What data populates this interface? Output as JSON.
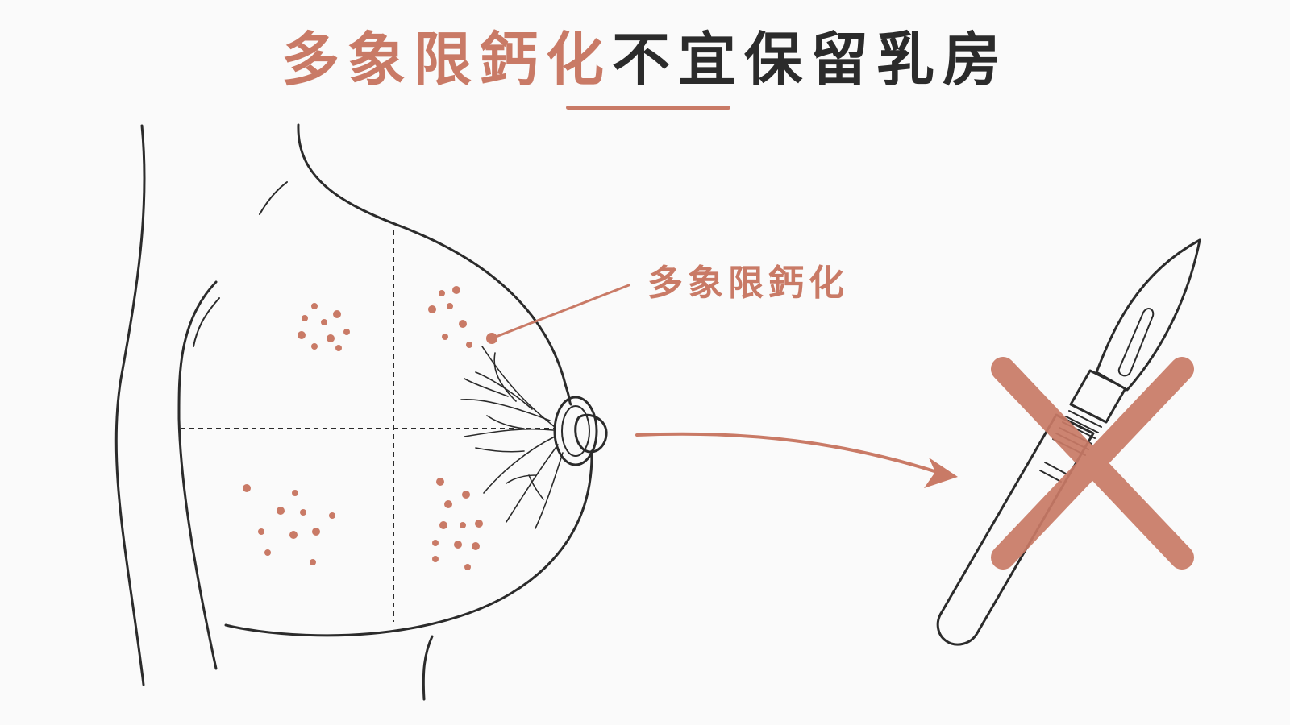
{
  "title": {
    "accent_text": "多象限鈣化",
    "rest_text": "不宜保留乳房"
  },
  "callout": {
    "label": "多象限鈣化"
  },
  "icons": {
    "breast": "breast-outline-icon",
    "scalpel": "scalpel-icon",
    "cross": "cross-mark-icon",
    "arrow": "arrow-right-icon"
  },
  "colors": {
    "accent": "#c97a66",
    "line": "#2b2b2b",
    "background": "#fafafa"
  }
}
